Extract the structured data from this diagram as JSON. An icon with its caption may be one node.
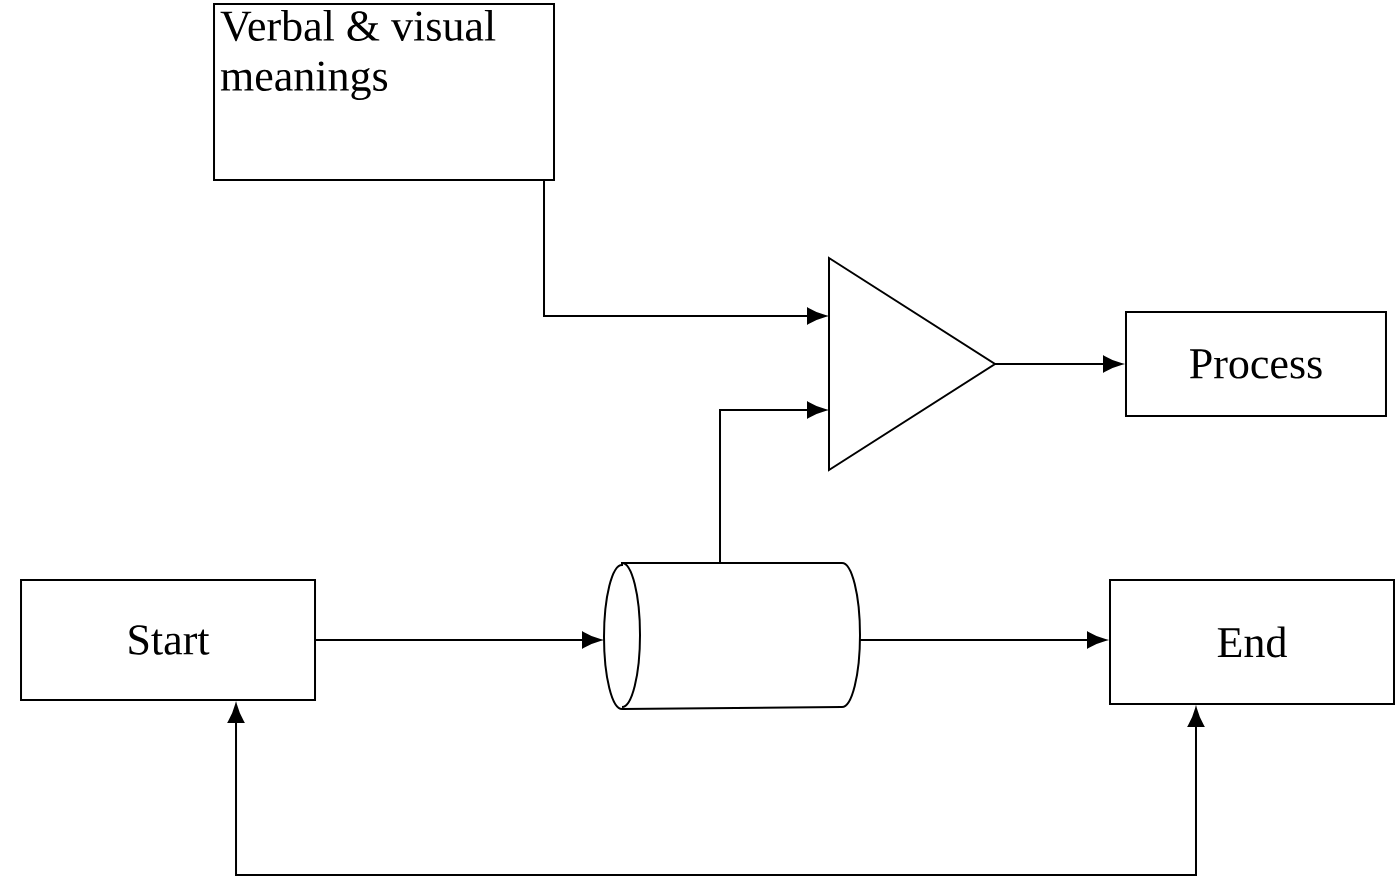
{
  "diagram": {
    "nodes": [
      {
        "text": [
          "Verbal & visual meanings"
        ]
      },
      {
        "text": [],
        "shape": "triangle"
      },
      {
        "text": [
          "Process"
        ]
      },
      {
        "text": [
          "Start"
        ]
      },
      {
        "text": [],
        "shape": "cylinder"
      },
      {
        "text": [
          "End"
        ]
      }
    ],
    "edges": [
      {
        "from": 0,
        "to": 1,
        "arrow": "to"
      },
      {
        "from": 4,
        "to": 1,
        "arrow": "to"
      },
      {
        "from": 1,
        "to": 2,
        "arrow": "to"
      },
      {
        "from": 3,
        "to": 4,
        "arrow": "to"
      },
      {
        "from": 4,
        "to": 5,
        "arrow": "to"
      },
      {
        "from": 5,
        "to": 3,
        "arrow": "both"
      }
    ]
  }
}
